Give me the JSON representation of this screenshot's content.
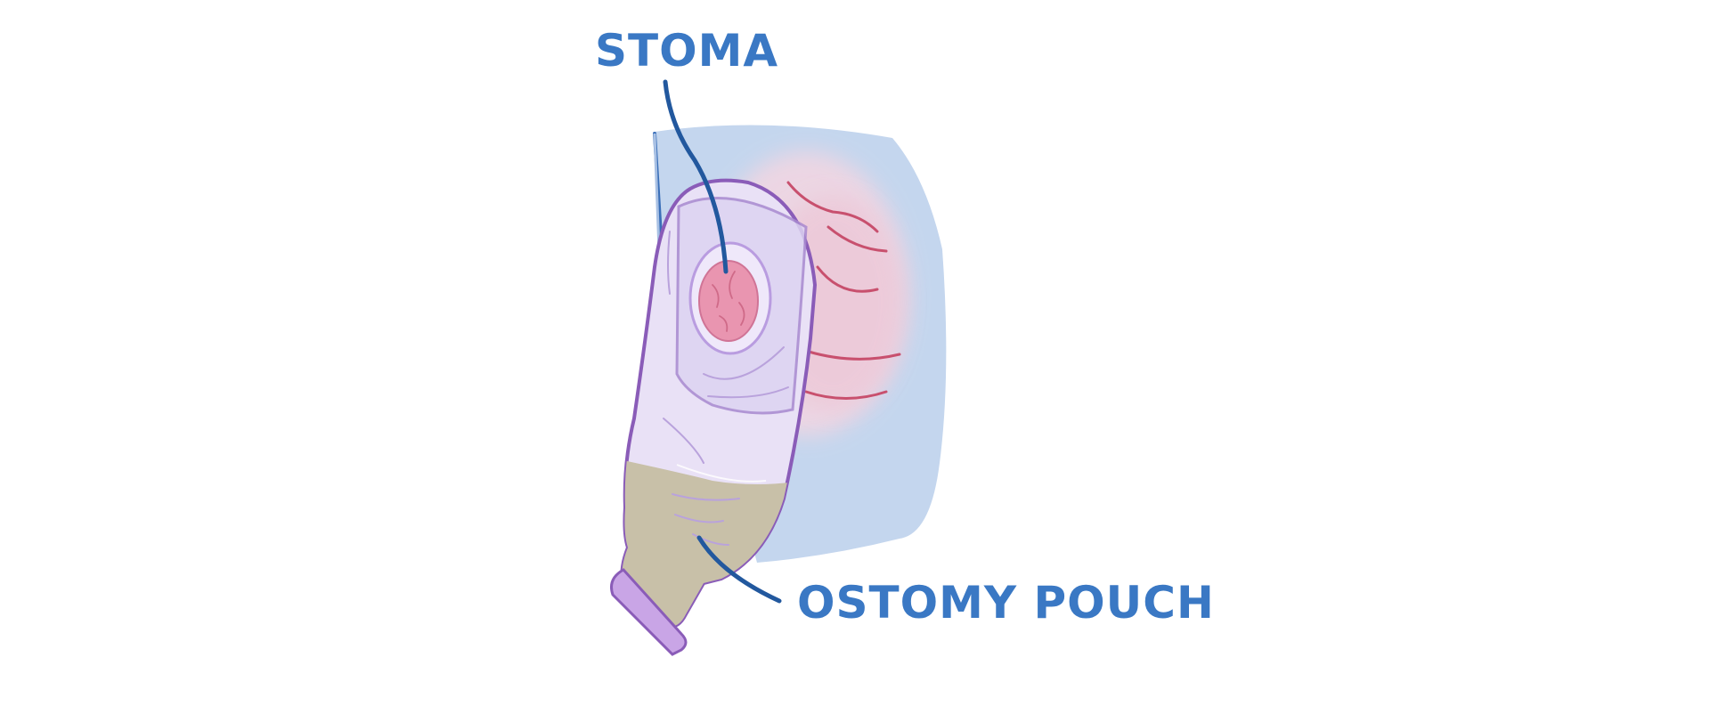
{
  "labels": {
    "stoma": "STOMA",
    "pouch": "OSTOMY POUCH"
  },
  "colors": {
    "label_text": "#3a78c4",
    "leader_line": "#22589e",
    "skin_panel": "#c4d6ee",
    "intestine_lines": "#c8506e",
    "stoma": "#e995b0",
    "pouch_fill": "#e9e1f6",
    "pouch_outline": "#8a5cb8",
    "pouch_contents": "#c8c0a8",
    "clamp": "#c9a5e6"
  },
  "icons": [
    "abdomen-skin-panel",
    "intestine-illustration",
    "stoma-illustration",
    "ostomy-pouch-illustration",
    "pouch-clamp"
  ]
}
